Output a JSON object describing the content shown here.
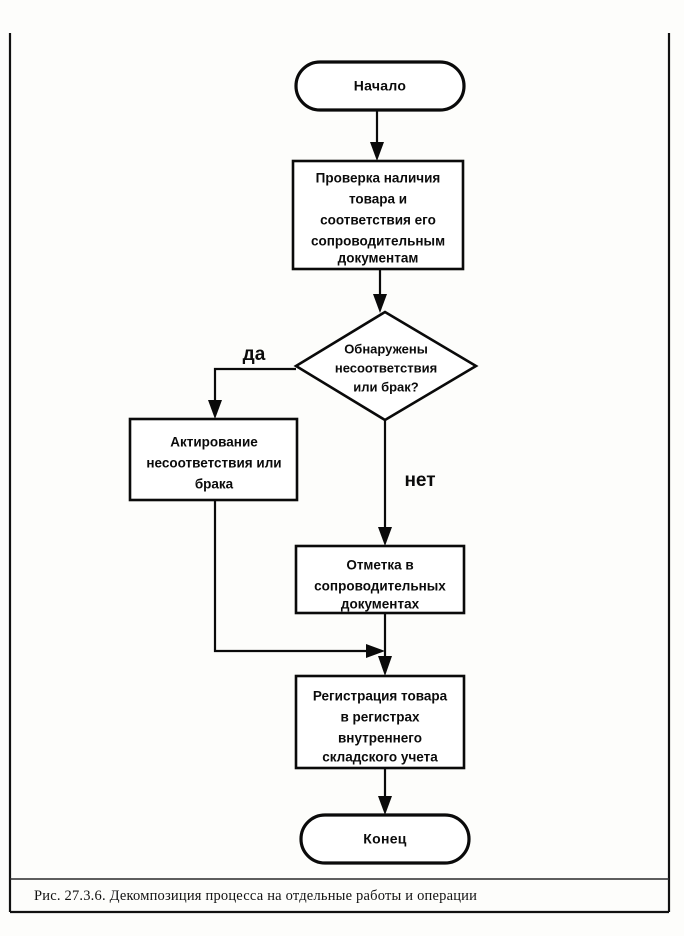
{
  "figure": {
    "caption": "Рис. 27.3.6. Декомпозиция процесса на отдельные работы и операции",
    "colors": {
      "ink": "#0a0a0a",
      "paper": "#fdfdfb",
      "shape_fill": "#ffffff"
    }
  },
  "flowchart": {
    "type": "flowchart",
    "nodes": [
      {
        "id": "start",
        "shape": "terminator",
        "label": "Начало",
        "lines": [
          "Начало"
        ]
      },
      {
        "id": "check",
        "shape": "process",
        "label": "Проверка наличия товара и соответствия его сопроводительным документам",
        "lines": [
          "Проверка наличия",
          "товара и",
          "соответствия его",
          "сопроводительным",
          "документам"
        ]
      },
      {
        "id": "decision",
        "shape": "decision",
        "label": "Обнаружены несоответствия или брак?",
        "lines": [
          "Обнаружены",
          "несоответствия",
          "или брак?"
        ]
      },
      {
        "id": "act",
        "shape": "process",
        "label": "Актирование несоответствия или брака",
        "lines": [
          "Актирование",
          "несоответствия или",
          "брака"
        ]
      },
      {
        "id": "mark",
        "shape": "process",
        "label": "Отметка в сопроводительных документах",
        "lines": [
          "Отметка в",
          "сопроводительных",
          "документах"
        ]
      },
      {
        "id": "register",
        "shape": "process",
        "label": "Регистрация товара в регистрах внутреннего складского учета",
        "lines": [
          "Регистрация товара",
          "в регистрах",
          "внутреннего",
          "складского учета"
        ]
      },
      {
        "id": "end",
        "shape": "terminator",
        "label": "Конец",
        "lines": [
          "Конец"
        ]
      }
    ],
    "branch_labels": {
      "yes": "да",
      "no": "нет"
    },
    "edges": [
      {
        "from": "start",
        "to": "check",
        "label": ""
      },
      {
        "from": "check",
        "to": "decision",
        "label": ""
      },
      {
        "from": "decision",
        "to": "act",
        "label": "да"
      },
      {
        "from": "decision",
        "to": "mark",
        "label": "нет"
      },
      {
        "from": "act",
        "to": "register",
        "label": ""
      },
      {
        "from": "mark",
        "to": "register",
        "label": ""
      },
      {
        "from": "register",
        "to": "end",
        "label": ""
      }
    ]
  }
}
